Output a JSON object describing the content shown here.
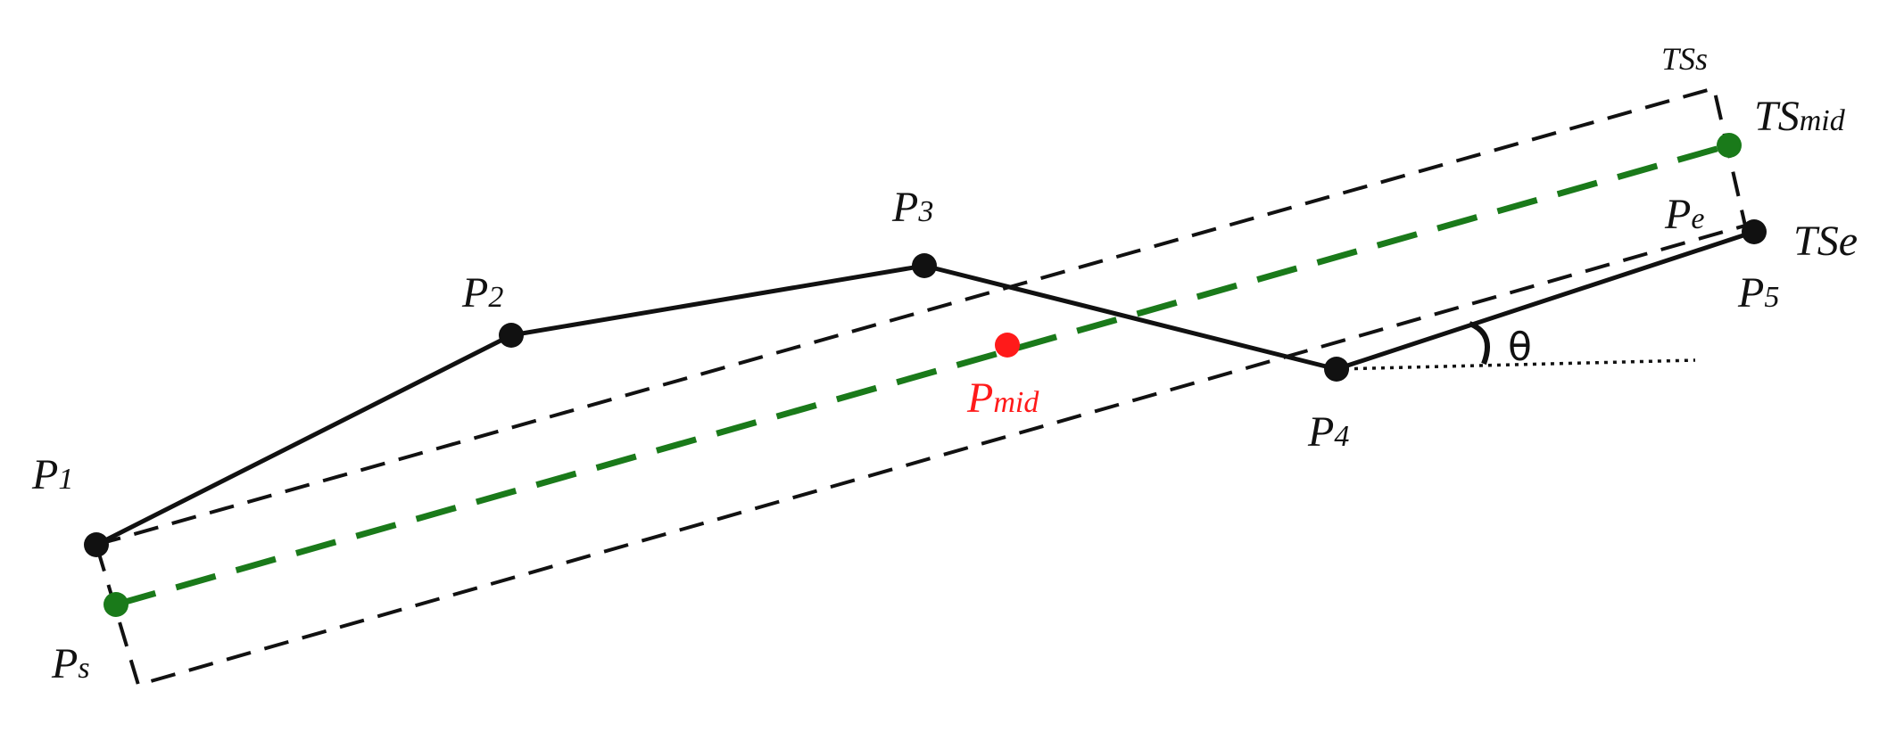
{
  "colors": {
    "ink": "#111111",
    "green": "#1a7a1a",
    "red": "#ff1a1a"
  },
  "labels": {
    "p1": {
      "main": "P",
      "sub": "1"
    },
    "p2": {
      "main": "P",
      "sub": "2"
    },
    "p3": {
      "main": "P",
      "sub": "3"
    },
    "p4": {
      "main": "P",
      "sub": "4"
    },
    "p5": {
      "main": "P",
      "sub": "5"
    },
    "ps": {
      "main": "P",
      "sub": "s"
    },
    "pe": {
      "main": "P",
      "sub": "e"
    },
    "pmid": {
      "main": "P",
      "sub": "mid"
    },
    "tss": "TSs",
    "tsmid": {
      "main": "TS",
      "sub": "mid"
    },
    "tse": "TSe",
    "theta": "θ"
  }
}
